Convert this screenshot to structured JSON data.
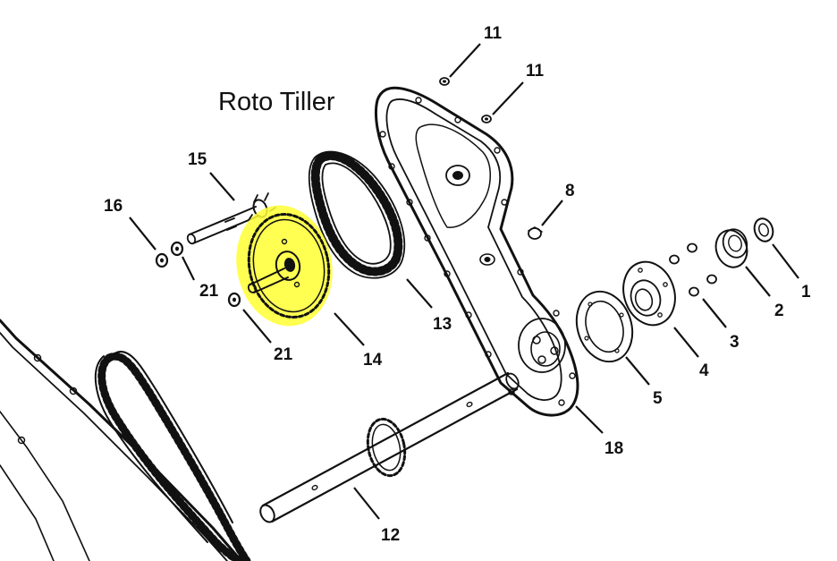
{
  "title": "Roto Tiller",
  "highlight_color": "#ffff33",
  "line_color": "#111111",
  "callouts": {
    "c1": "1",
    "c2": "2",
    "c3": "3",
    "c4": "4",
    "c5": "5",
    "c8": "8",
    "c11a": "11",
    "c11b": "11",
    "c12": "12",
    "c13": "13",
    "c14": "14",
    "c15": "15",
    "c16": "16",
    "c18": "18",
    "c21a": "21",
    "c21b": "21"
  }
}
